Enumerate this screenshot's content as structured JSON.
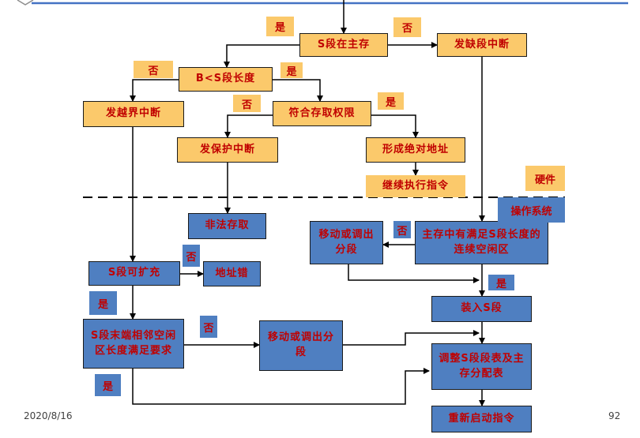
{
  "nodes": {
    "s_in_memory": "S段在主存",
    "missing_segment_interrupt": "发缺段中断",
    "b_lt_len": "B<S段长度",
    "out_of_bounds_interrupt": "发越界中断",
    "access_permission_ok": "符合存取权限",
    "protection_interrupt": "发保护中断",
    "form_abs_address": "形成绝对地址",
    "continue_exec": "继续执行指令",
    "illegal_access": "非法存取",
    "free_region_in_memory": "主存中有满足S段长度的连续空闲区",
    "move_or_swap_1": "移动或调出分段",
    "seg_extendable": "S段可扩充",
    "address_error": "地址错",
    "load_s_segment": "装入S段",
    "adjacent_free_ok": "S段末端相邻空闲区长度满足要求",
    "move_or_swap_2": "移动或调出分段",
    "update_tables": "调整S段段表及主存分配表",
    "restart_instruction": "重新启动指令"
  },
  "branch_labels": {
    "yes_1": "是",
    "no_1": "否",
    "no_2": "否",
    "yes_2": "是",
    "no_3": "否",
    "yes_3": "是",
    "no_4": "否",
    "yes_4": "是",
    "no_5": "否",
    "yes_5": "是",
    "no_6": "否",
    "yes_6": "是"
  },
  "regions": {
    "hardware": "硬件",
    "os": "操作系统"
  },
  "footer": {
    "date": "2020/8/16",
    "page": "92"
  },
  "colors": {
    "hardware_fill": "#fbc96b",
    "os_fill": "#4f7fc1",
    "text": "#c00000",
    "top_rule": "#4472c4"
  }
}
